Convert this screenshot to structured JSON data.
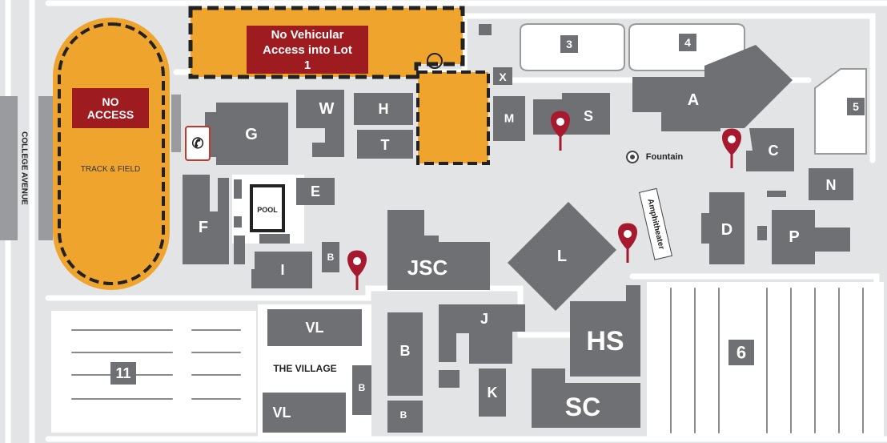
{
  "map": {
    "street": "COLLEGE AVENUE",
    "no_access": "NO ACCESS",
    "no_vehicular": "No Vehicular Access into Lot 1",
    "track_field": "TRACK & FIELD",
    "pool": "POOL",
    "fountain": "Fountain",
    "amphitheater": "Amphitheater",
    "village": "THE VILLAGE",
    "colors": {
      "ground": "#e3e4e6",
      "building": "#6f7073",
      "orange": "#eea42d",
      "red": "#9e1b20",
      "pin": "#a6192e"
    }
  },
  "buildings": {
    "A": "A",
    "C": "C",
    "D": "D",
    "E": "E",
    "F": "F",
    "G": "G",
    "H": "H",
    "I": "I",
    "J": "J",
    "K": "K",
    "L": "L",
    "M": "M",
    "N": "N",
    "P": "P",
    "S": "S",
    "T": "T",
    "W": "W",
    "X": "X",
    "B": "B",
    "JSC": "JSC",
    "HS": "HS",
    "SC": "SC",
    "VL": "VL"
  },
  "lots": {
    "lot3": "3",
    "lot4": "4",
    "lot5": "5",
    "lot6": "6",
    "lot11": "11"
  }
}
